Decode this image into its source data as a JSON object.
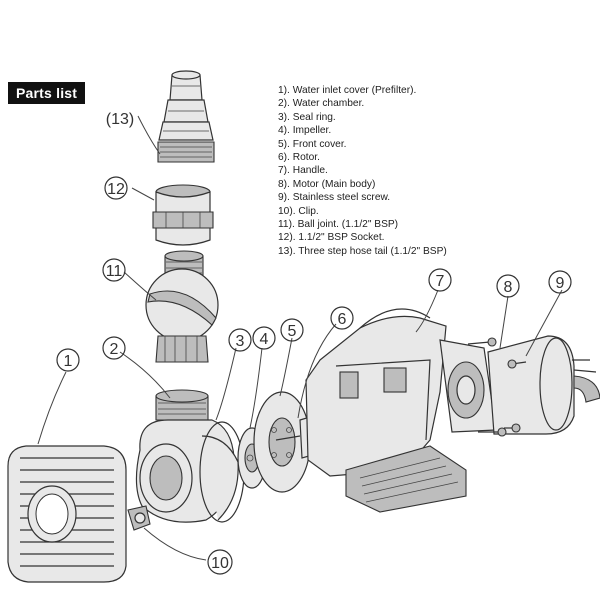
{
  "title": "Parts list",
  "parts": [
    "1).  Water inlet cover (Prefilter).",
    "2).  Water chamber.",
    "3).  Seal ring.",
    "4).  Impeller.",
    "5). Front cover.",
    "6). Rotor.",
    "7). Handle.",
    "8). Motor (Main body)",
    "9). Stainless steel screw.",
    "10). Clip.",
    "11). Ball joint. (1.1/2\" BSP)",
    "12). 1.1/2\" BSP Socket.",
    "13). Three step hose tail (1.1/2\" BSP)"
  ],
  "callouts": {
    "c1": "1",
    "c2": "2",
    "c3": "3",
    "c4": "4",
    "c5": "5",
    "c6": "6",
    "c7": "7",
    "c8": "8",
    "c9": "9",
    "c10": "10",
    "c11": "11",
    "c12": "12",
    "c13": "(13)"
  }
}
